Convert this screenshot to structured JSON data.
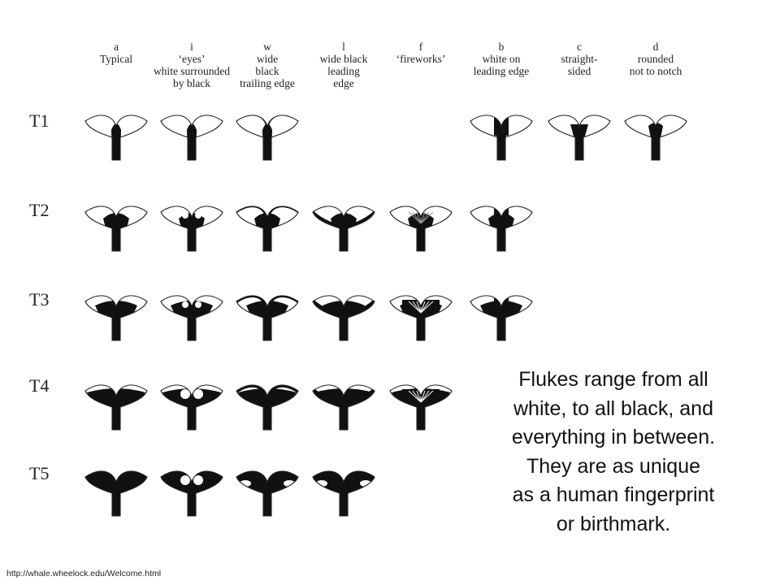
{
  "columns": [
    {
      "key": "a",
      "letter": "a",
      "desc": "Typical"
    },
    {
      "key": "i",
      "letter": "i",
      "desc": "‘eyes’\nwhite surrounded\nby black"
    },
    {
      "key": "w",
      "letter": "w",
      "desc": "wide\nblack\ntrailing edge"
    },
    {
      "key": "l",
      "letter": "l",
      "desc": "wide black\nleading\nedge"
    },
    {
      "key": "f",
      "letter": "f",
      "desc": "‘fireworks’"
    },
    {
      "key": "b",
      "letter": "b",
      "desc": "white on\nleading edge"
    },
    {
      "key": "c",
      "letter": "c",
      "desc": "straight-\nsided"
    },
    {
      "key": "d",
      "letter": "d",
      "desc": "rounded\nnot to notch"
    }
  ],
  "rows": [
    {
      "label": "T1",
      "cells": [
        "a",
        "i",
        "w",
        "",
        "",
        "b",
        "c",
        "d"
      ]
    },
    {
      "label": "T2",
      "cells": [
        "a",
        "i",
        "w",
        "l",
        "f",
        "b",
        "",
        ""
      ]
    },
    {
      "label": "T3",
      "cells": [
        "a",
        "i",
        "w",
        "l",
        "f",
        "b",
        "",
        ""
      ]
    },
    {
      "label": "T4",
      "cells": [
        "a",
        "i",
        "w",
        "l",
        "f",
        "",
        "",
        ""
      ]
    },
    {
      "label": "T5",
      "cells": [
        "a",
        "i",
        "w",
        "l",
        "",
        "",
        "",
        ""
      ]
    }
  ],
  "caption_lines": [
    "Flukes range from all",
    "white, to all black, and",
    "everything in between.",
    "They are as unique",
    "as a human fingerprint",
    "or birthmark."
  ],
  "source_url": "http://whale.wheelock.edu/Welcome.html",
  "colors": {
    "black": "#111111",
    "white": "#ffffff",
    "outline": "#222222"
  }
}
